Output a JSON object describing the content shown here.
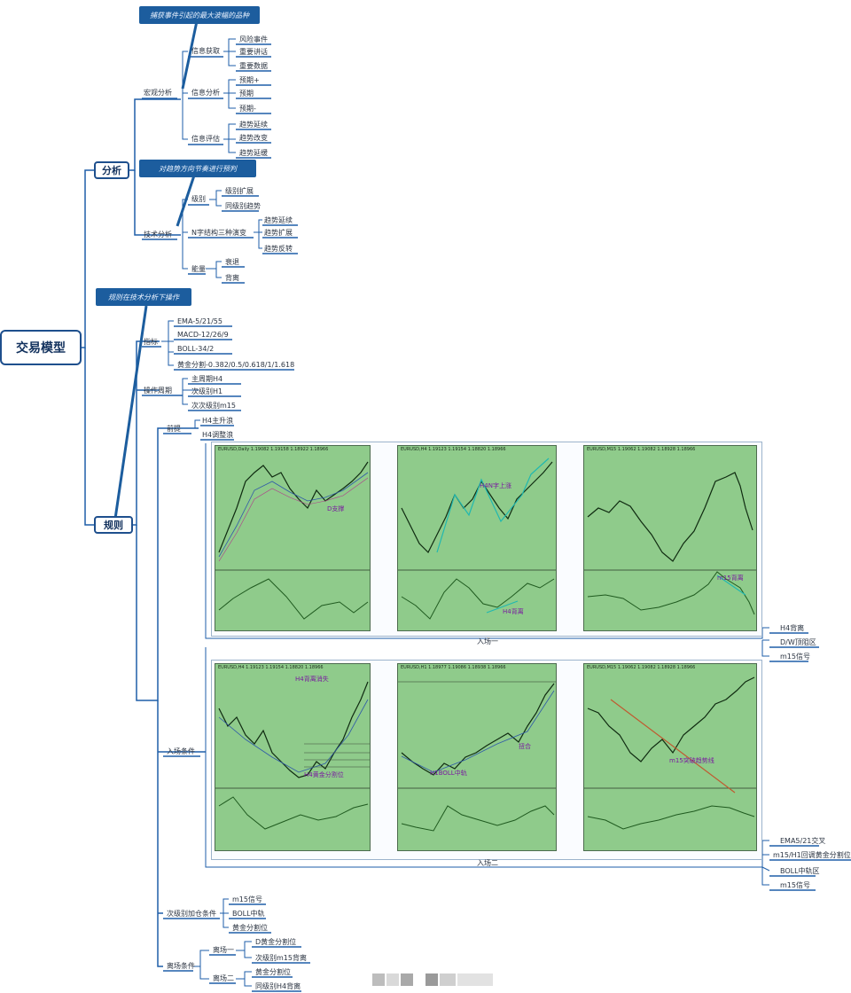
{
  "root": "交易模型",
  "analysis": {
    "label": "分析",
    "note1": "捕获事件引起的最大波幅的品种",
    "note2": "对趋势方向节奏进行预判",
    "macro": {
      "label": "宏观分析",
      "groups": [
        {
          "label": "信息获取",
          "items": [
            "风险事件",
            "重要讲话",
            "重要数据"
          ]
        },
        {
          "label": "信息分析",
          "items": [
            "预期+",
            "预期",
            "预期-"
          ]
        },
        {
          "label": "信息评估",
          "items": [
            "趋势延续",
            "趋势改变",
            "趋势延缓"
          ]
        }
      ]
    },
    "technical": {
      "label": "技术分析",
      "groups": [
        {
          "label": "级别",
          "items": [
            "级别扩展",
            "同级别趋势"
          ]
        },
        {
          "label": "N字结构三种演变",
          "items": [
            "趋势延续",
            "趋势扩展",
            "趋势反转"
          ]
        },
        {
          "label": "能量",
          "items": [
            "衰退",
            "背离"
          ]
        }
      ]
    }
  },
  "rules": {
    "label": "规则",
    "note": "规则在技术分析下操作",
    "indicators": {
      "label": "指标",
      "items": [
        "EMA-5/21/55",
        "MACD-12/26/9",
        "BOLL-34/2",
        "黄金分割-0.382/0.5/0.618/1/1.618"
      ]
    },
    "periods": {
      "label": "操作周期",
      "items": [
        "主周期H4",
        "次级别H1",
        "次次级别m15"
      ]
    },
    "premise": {
      "label": "前提",
      "items": [
        "H4主升浪",
        "H4调整浪"
      ]
    },
    "entry_label": "入场条件",
    "entry1": {
      "caption": "入场一",
      "conditions": [
        "H4背离",
        "D/W顶阻区",
        "m15信号"
      ],
      "charts": [
        {
          "title": "EURUSD,Daily  1.19082 1.19158 1.18922 1.18966",
          "annotations": [
            "D支撑"
          ]
        },
        {
          "title": "EURUSD,H4  1.19123 1.19154 1.18820 1.18966",
          "annotations": [
            "H4N字上涨",
            "H4背离"
          ]
        },
        {
          "title": "EURUSD,M15  1.19062 1.19082 1.18928 1.18966",
          "annotations": [
            "m15背离"
          ]
        }
      ]
    },
    "entry2": {
      "caption": "入场二",
      "conditions": [
        "EMA5/21交叉",
        "m15/H1回调黄金分割位",
        "BOLL中轨区",
        "m15信号"
      ],
      "charts": [
        {
          "title": "EURUSD,H4  1.19123 1.19154 1.18820 1.18966",
          "annotations": [
            "H4背离消失",
            "H4黄金分割位"
          ]
        },
        {
          "title": "EURUSD,H1  1.18977 1.19086 1.18938 1.18966",
          "annotations": [
            "扭合",
            "H1BOLL中轨"
          ]
        },
        {
          "title": "EURUSD,M15  1.19062 1.19082 1.18928 1.18966",
          "annotations": [
            "m15突破趋势线"
          ]
        }
      ]
    },
    "addon": {
      "label": "次级别加仓条件",
      "items": [
        "m15信号",
        "BOLL中轨",
        "黄金分割位"
      ]
    },
    "exit": {
      "label": "离场条件",
      "groups": [
        {
          "label": "离场一",
          "items": [
            "D黄金分割位",
            "次级别m15背离"
          ]
        },
        {
          "label": "离场二",
          "items": [
            "黄金分割位",
            "同级别H4背离"
          ]
        }
      ]
    }
  },
  "colors": {
    "branch": "#1e5ea8",
    "panel": "#8fcb8b",
    "accent": "#1c5d9e",
    "annotation": "#7a1aa0"
  }
}
